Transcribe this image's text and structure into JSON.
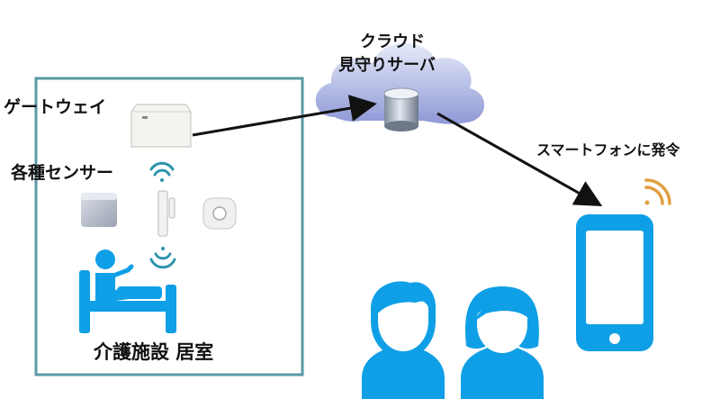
{
  "labels": {
    "cloud_line1": "クラウド",
    "cloud_line2": "見守りサーバ",
    "gateway": "ゲートウェイ",
    "sensors": "各種センサー",
    "room": "介護施設 居室",
    "notify": "スマートフォンに発令"
  },
  "colors": {
    "frame": "#5b9aa6",
    "wifi": "#2f93ad",
    "smartphone": "#0f9fe6",
    "people": "#0f9fe6",
    "wifi_phone": "#e0a040",
    "cloud_top": "#d8def4",
    "cloud_bottom": "#8d97d4",
    "arrow": "#111111"
  },
  "icons": [
    "gateway-device-icon",
    "door-sensor-icon",
    "motion-sensor-icon",
    "room-sensor-icon",
    "wifi-icon",
    "bed-person-icon",
    "server-icon",
    "cloud-icon",
    "smartphone-icon",
    "man-icon",
    "woman-icon"
  ]
}
